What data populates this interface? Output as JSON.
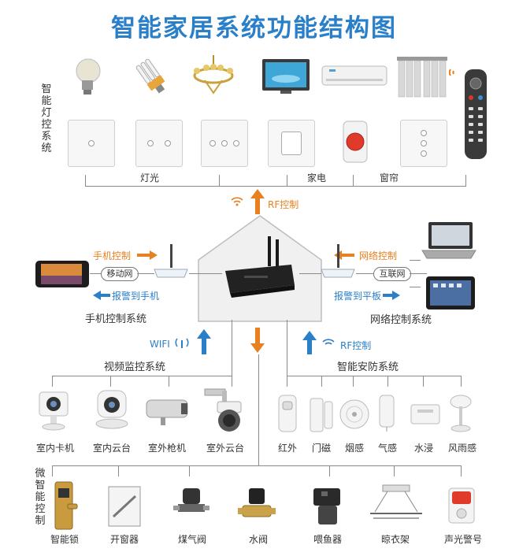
{
  "title": "智能家居系统功能结构图",
  "side_labels": {
    "lighting": "智能灯控系统",
    "micro": "微智能控制"
  },
  "top_group_labels": {
    "light": "灯光",
    "appliance": "家电",
    "curtain": "窗帘"
  },
  "hub": {
    "rf_top": "RF控制",
    "mobile_ctrl": "手机控制",
    "alarm_phone": "报警到手机",
    "mobile_net": "移动网",
    "mobile_system": "手机控制系统",
    "net_ctrl": "网络控制",
    "alarm_tablet": "报警到平板",
    "internet": "互联网",
    "net_system": "网络控制系统",
    "wifi": "WIFI",
    "rf_bottom": "RF控制"
  },
  "video": {
    "title": "视频监控系统",
    "items": [
      "室内卡机",
      "室内云台",
      "室外枪机",
      "室外云台"
    ]
  },
  "security": {
    "title": "智能安防系统",
    "items": [
      "红外",
      "门磁",
      "烟感",
      "气感",
      "水浸",
      "风雨感"
    ]
  },
  "micro_items": [
    "智能锁",
    "开窗器",
    "煤气阀",
    "水阀",
    "喂鱼器",
    "晾衣架",
    "声光警号"
  ],
  "colors": {
    "title": "#2a7fc9",
    "orange": "#e8801f",
    "blue": "#2a7fc9"
  }
}
